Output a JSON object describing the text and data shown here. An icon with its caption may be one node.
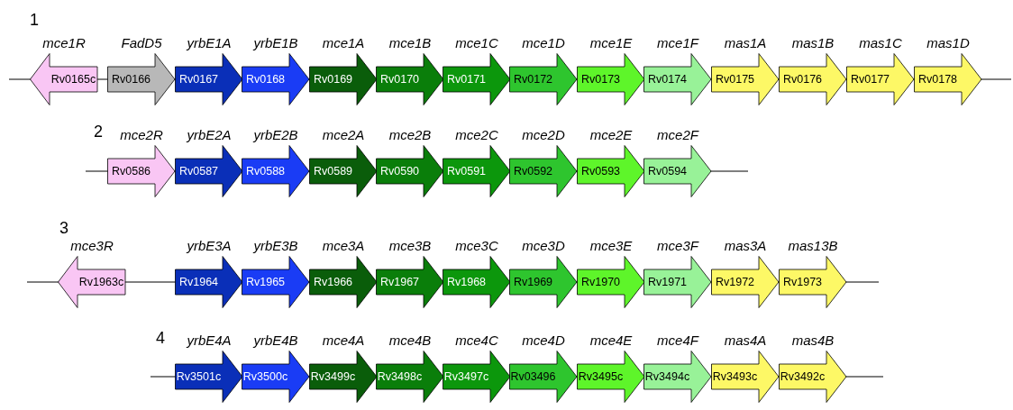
{
  "diagram": {
    "nodes": [
      {
        "text": [
          "mce1R",
          "Rv0165c"
        ]
      },
      {
        "text": [
          "FadD5",
          "Rv0166"
        ]
      },
      {
        "text": [
          "yrbE1A",
          "Rv0167"
        ]
      },
      {
        "text": [
          "yrbE1B",
          "Rv0168"
        ]
      },
      {
        "text": [
          "mce1A",
          "Rv0169"
        ]
      },
      {
        "text": [
          "mce1B",
          "Rv0170"
        ]
      },
      {
        "text": [
          "mce1C",
          "Rv0171"
        ]
      },
      {
        "text": [
          "mce1D",
          "Rv0172"
        ]
      },
      {
        "text": [
          "mce1E",
          "Rv0173"
        ]
      },
      {
        "text": [
          "mce1F",
          "Rv0174"
        ]
      },
      {
        "text": [
          "mas1A",
          "Rv0175"
        ]
      },
      {
        "text": [
          "mas1B",
          "Rv0176"
        ]
      },
      {
        "text": [
          "mas1C",
          "Rv0177"
        ]
      },
      {
        "text": [
          "mas1D",
          "Rv0178"
        ]
      },
      {
        "text": [
          "mce2R",
          "Rv0586"
        ]
      },
      {
        "text": [
          "yrbE2A",
          "Rv0587"
        ]
      },
      {
        "text": [
          "yrbE2B",
          "Rv0588"
        ]
      },
      {
        "text": [
          "mce2A",
          "Rv0589"
        ]
      },
      {
        "text": [
          "mce2B",
          "Rv0590"
        ]
      },
      {
        "text": [
          "mce2C",
          "Rv0591"
        ]
      },
      {
        "text": [
          "mce2D",
          "Rv0592"
        ]
      },
      {
        "text": [
          "mce2E",
          "Rv0593"
        ]
      },
      {
        "text": [
          "mce2F",
          "Rv0594"
        ]
      },
      {
        "text": [
          "mce3R",
          "Rv1963c"
        ]
      },
      {
        "text": [
          "yrbE3A",
          "Rv1964"
        ]
      },
      {
        "text": [
          "yrbE3B",
          "Rv1965"
        ]
      },
      {
        "text": [
          "mce3A",
          "Rv1966"
        ]
      },
      {
        "text": [
          "mce3B",
          "Rv1967"
        ]
      },
      {
        "text": [
          "mce3C",
          "Rv1968"
        ]
      },
      {
        "text": [
          "mce3D",
          "Rv1969"
        ]
      },
      {
        "text": [
          "mce3E",
          "Rv1970"
        ]
      },
      {
        "text": [
          "mce3F",
          "Rv1971"
        ]
      },
      {
        "text": [
          "mas3A",
          "Rv1972"
        ]
      },
      {
        "text": [
          "mas13B",
          "Rv1973"
        ]
      },
      {
        "text": [
          "yrbE4A",
          "Rv3501c"
        ]
      },
      {
        "text": [
          "yrbE4B",
          "Rv3500c"
        ]
      },
      {
        "text": [
          "mce4A",
          "Rv3499c"
        ]
      },
      {
        "text": [
          "mce4B",
          "Rv3498c"
        ]
      },
      {
        "text": [
          "mce4C",
          "Rv3497c"
        ]
      },
      {
        "text": [
          "mce4D",
          "Rv03496"
        ]
      },
      {
        "text": [
          "mce4E",
          "Rv3495c"
        ]
      },
      {
        "text": [
          "mce4F",
          "Rv3494c"
        ]
      },
      {
        "text": [
          "mas4A",
          "Rv3493c"
        ]
      },
      {
        "text": [
          "mas4B",
          "Rv3492c"
        ]
      }
    ],
    "labels": [
      "1",
      "2",
      "3",
      "4"
    ]
  }
}
